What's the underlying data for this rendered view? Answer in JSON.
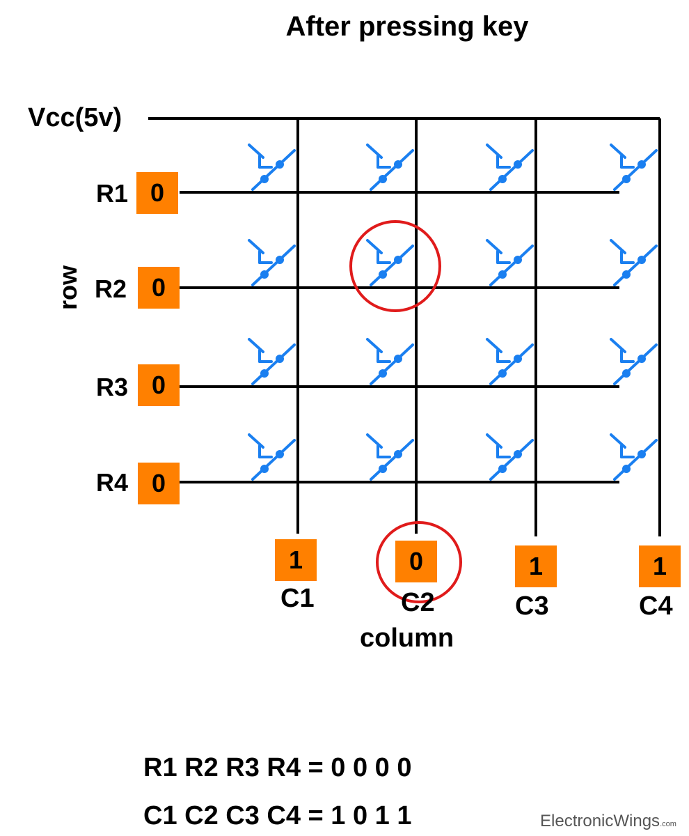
{
  "title": "After pressing key",
  "supply_label": "Vcc(5v)",
  "row_axis_label": "row",
  "column_axis_label": "column",
  "rows": [
    {
      "label": "R1",
      "value": "0"
    },
    {
      "label": "R2",
      "value": "0"
    },
    {
      "label": "R3",
      "value": "0"
    },
    {
      "label": "R4",
      "value": "0"
    }
  ],
  "columns": [
    {
      "label": "C1",
      "value": "1"
    },
    {
      "label": "C2",
      "value": "0"
    },
    {
      "label": "C3",
      "value": "1"
    },
    {
      "label": "C4",
      "value": "1"
    }
  ],
  "pressed_key": {
    "row": "R2",
    "column": "C2"
  },
  "equations": {
    "rows": "R1 R2 R3 R4 = 0 0 0 0",
    "columns": "C1 C2 C3 C4 = 1 0 1 1"
  },
  "watermark": {
    "name": "ElectronicWings",
    "suffix": ".com"
  },
  "colors": {
    "wire": "#000000",
    "switch": "#1a7ff0",
    "box": "#ff8000",
    "highlight": "#e01b1b"
  }
}
